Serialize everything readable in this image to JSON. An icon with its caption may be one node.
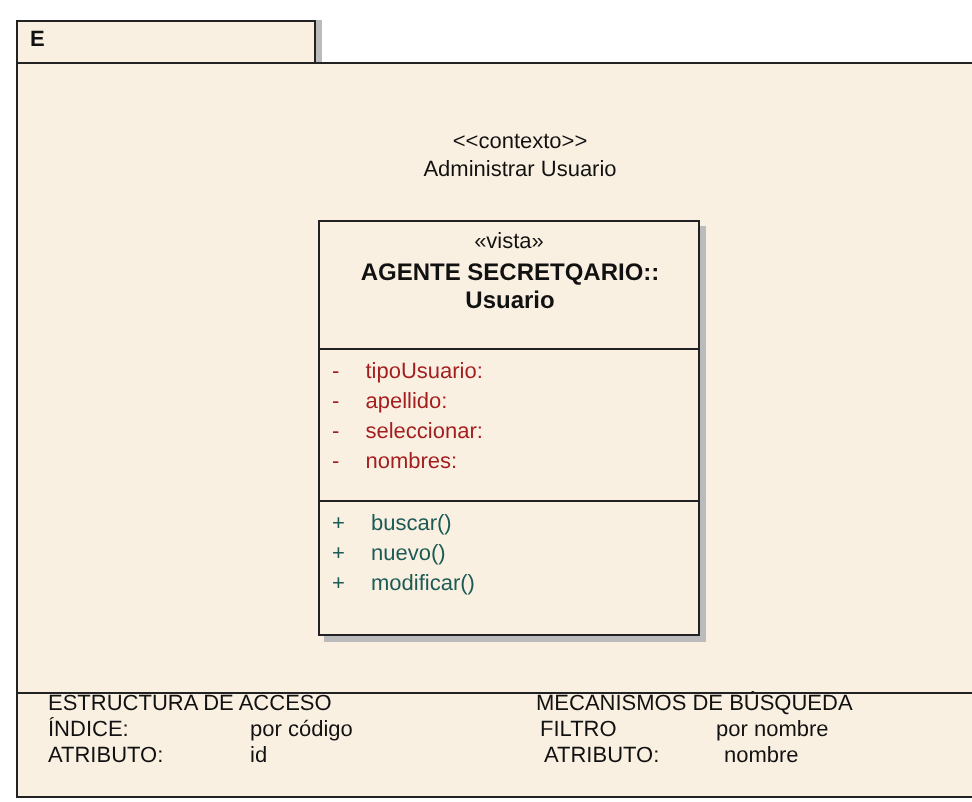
{
  "diagram": {
    "nodes": [
      {
        "text": [
          "E",
          "<<contexto>> Administrar Usuario"
        ]
      },
      {
        "text": [
          "«vista»",
          "AGENTE SECRETQARIO:: Usuario",
          "- tipoUsuario:",
          "- apellido:",
          "- seleccionar:",
          "- nombres:",
          "+ buscar()",
          "+ nuevo()",
          "+ modificar()"
        ],
        "in": 0
      }
    ],
    "edges": [],
    "labels": [
      "ESTRUCTURA DE ACCESO",
      "MECANISMOS DE BÚSQUEDA",
      "ÍNDICE:",
      "por código",
      "FILTRO",
      "por nombre",
      "ATRIBUTO:",
      "id",
      "ATRIBUTO:",
      "nombre"
    ]
  }
}
